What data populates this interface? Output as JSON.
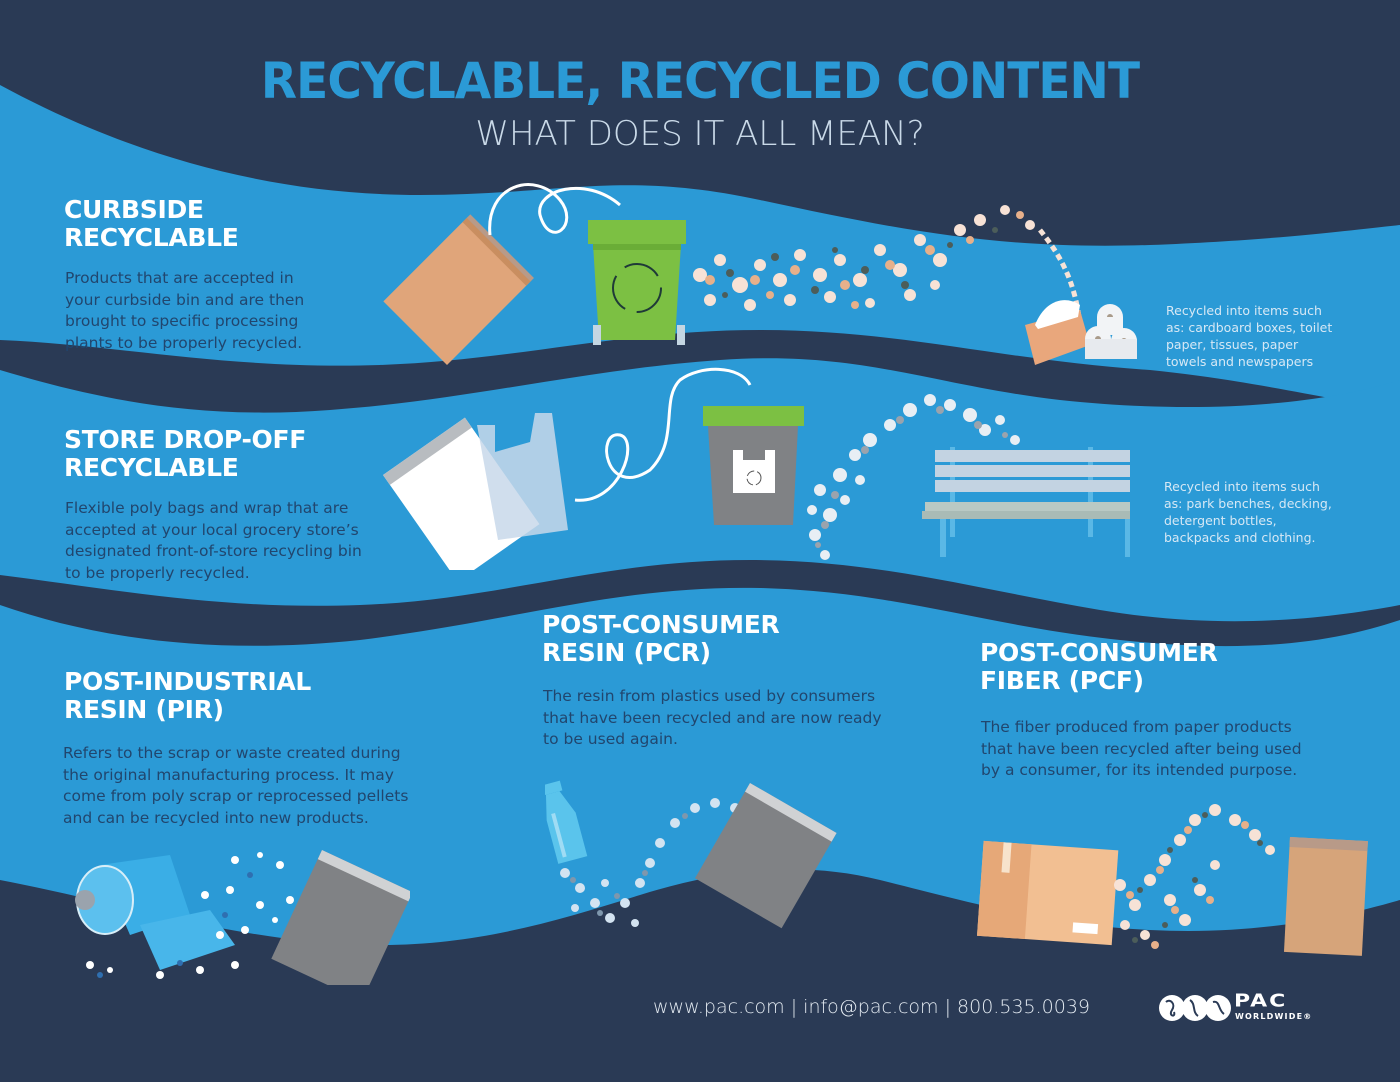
{
  "header": {
    "title": "RECYCLABLE, RECYCLED CONTENT",
    "subtitle": "WHAT DOES IT ALL MEAN?"
  },
  "sections": {
    "curbside": {
      "heading_line1": "CURBSIDE",
      "heading_line2": "RECYCLABLE",
      "body": [
        "Products that are accepted in",
        "your curbside bin and are then",
        "brought to specific processing",
        "plants to be properly recycled."
      ],
      "note": [
        "Recycled into items such",
        "as: cardboard boxes, toilet",
        "paper, tissues, paper",
        "towels and newspapers"
      ],
      "icons": [
        "paper-mailer-icon",
        "green-recycling-bin-icon",
        "paper-flakes-stream",
        "tissue-box-icon",
        "toilet-paper-rolls-icon"
      ]
    },
    "store_dropoff": {
      "heading_line1": "STORE DROP-OFF",
      "heading_line2": "RECYCLABLE",
      "body": [
        "Flexible poly bags and wrap that are",
        "accepted at your local grocery store’s",
        "designated front-of-store recycling bin",
        "to be properly recycled."
      ],
      "note": [
        "Recycled into items such",
        "as: park benches, decking,",
        "detergent bottles,",
        "backpacks and clothing."
      ],
      "icons": [
        "poly-mailer-icon",
        "plastic-bag-icon",
        "gray-bag-recycling-bin-icon",
        "plastic-flakes-stream",
        "park-bench-icon"
      ]
    },
    "pir": {
      "heading_line1": "POST-INDUSTRIAL",
      "heading_line2": "RESIN (PIR)",
      "body": [
        "Refers to the scrap or waste created during",
        "the original manufacturing process. It may",
        "come from poly scrap or reprocessed pellets",
        "and can be recycled into new products."
      ],
      "icons": [
        "film-roll-icon",
        "resin-pellets-stream",
        "gray-poly-mailer-icon"
      ]
    },
    "pcr": {
      "heading_line1": "POST-CONSUMER",
      "heading_line2": "RESIN (PCR)",
      "body": [
        "The resin from plastics used by consumers",
        "that have been recycled and are now ready",
        "to be used again."
      ],
      "icons": [
        "plastic-bottle-icon",
        "resin-flakes-stream",
        "gray-poly-mailer-icon"
      ]
    },
    "pcf": {
      "heading_line1": "POST-CONSUMER",
      "heading_line2": "FIBER (PCF)",
      "body": [
        "The fiber produced from paper products",
        "that have been recycled after being used",
        "by a consumer, for its intended purpose."
      ],
      "icons": [
        "cardboard-box-icon",
        "paper-fiber-stream",
        "kraft-mailer-icon"
      ]
    }
  },
  "footer": {
    "contact": "www.pac.com | info@pac.com | 800.535.0039",
    "logo_main": "PAC",
    "logo_sub": "WORLDWIDE®"
  },
  "colors": {
    "navy": "#2a3a55",
    "blue": "#2b9ad6",
    "heading": "#ffffff",
    "body": "#21466e",
    "bin_green": "#7cc043",
    "kraft": "#e0a57a",
    "bin_gray": "#808285"
  }
}
